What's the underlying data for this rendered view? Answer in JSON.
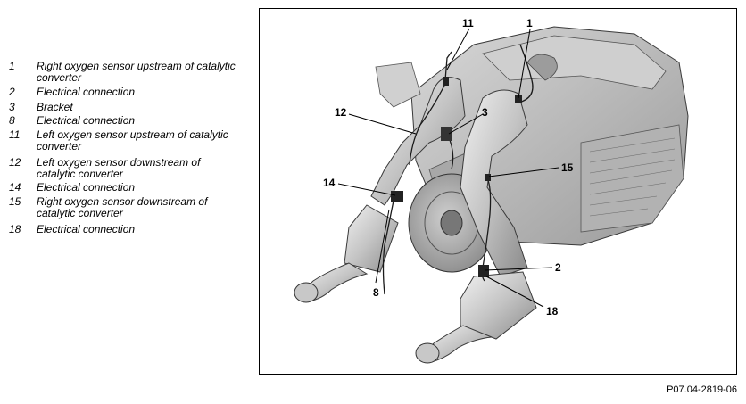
{
  "legend": [
    {
      "number": "1",
      "text": "Right oxygen sensor upstream of catalytic converter"
    },
    {
      "number": "2",
      "text": "Electrical connection"
    },
    {
      "number": "3",
      "text": "Bracket"
    },
    {
      "number": "8",
      "text": "Electrical connection"
    },
    {
      "number": "11",
      "text": "Left oxygen sensor upstream of catalytic converter"
    },
    {
      "number": "12",
      "text": "Left oxygen sensor downstream of catalytic converter"
    },
    {
      "number": "14",
      "text": "Electrical connection"
    },
    {
      "number": "15",
      "text": "Right oxygen sensor downstream of catalytic converter"
    },
    {
      "number": "18",
      "text": "Electrical connection"
    }
  ],
  "callouts": [
    "11",
    "1",
    "12",
    "3",
    "15",
    "14",
    "2",
    "8",
    "18"
  ],
  "figure_code": "P07.04-2819-06",
  "colors": {
    "metal_light": "#e9e9e9",
    "metal_mid": "#bdbdbd",
    "metal_dark": "#7d7d7d",
    "outline": "#3a3a3a",
    "wire": "#1a1a1a"
  }
}
